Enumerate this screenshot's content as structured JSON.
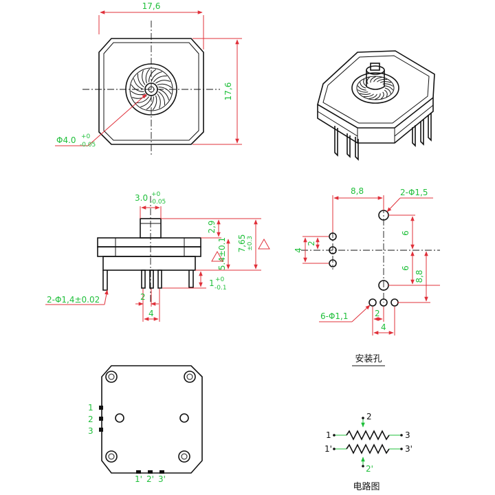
{
  "top_view": {
    "width_dim": "17,6",
    "height_dim": "17,6",
    "shaft_dia": "Φ4.0",
    "shaft_tol_upper": "+0",
    "shaft_tol_lower": "-0.05"
  },
  "side_view": {
    "stem_width": "3.0",
    "stem_tol_upper": "+0",
    "stem_tol_lower": "-0.05",
    "stem_height": "2,9",
    "overall_height": "7,65",
    "overall_tol": "±0.3",
    "body_height": "5.4±0.1",
    "pin_tol_value": "1",
    "pin_tol_upper": "+0",
    "pin_tol_lower": "-0.1",
    "pin_dia_label": "2-Φ1,4±0.02",
    "pin_pitch": "2",
    "pin_span": "4"
  },
  "mounting": {
    "horiz_dim": "8,8",
    "hole_large_label": "2-Φ1,5",
    "spacing_upper": "6",
    "spacing_lower": "6",
    "vert_dim": "8,8",
    "left_v_outer": "4",
    "left_v_inner": "2",
    "hole_small_label": "6-Φ1,1",
    "bottom_pitch": "2",
    "bottom_span": "4",
    "caption": "安装孔"
  },
  "bottom_view": {
    "pins_left": [
      "1",
      "2",
      "3"
    ],
    "pins_bottom": [
      "1'",
      "2'",
      "3'"
    ]
  },
  "circuit": {
    "top_wiper": "2",
    "left_top": "1",
    "right_top": "3",
    "left_bottom": "1'",
    "right_bottom": "3'",
    "bottom_wiper": "2'",
    "caption": "电路图"
  }
}
